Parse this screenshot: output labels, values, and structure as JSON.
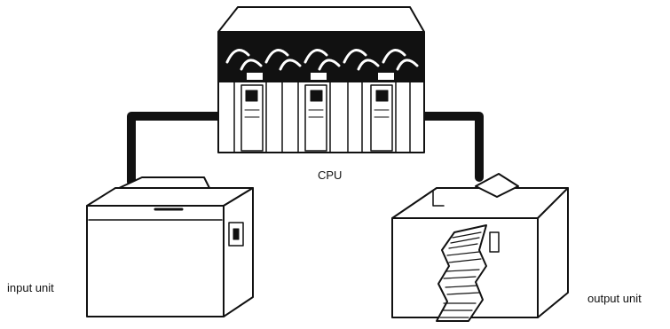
{
  "labels": {
    "cpu": "CPU",
    "input": "input unit",
    "output": "output unit"
  },
  "colors": {
    "ink": "#111111",
    "paper": "#ffffff"
  }
}
